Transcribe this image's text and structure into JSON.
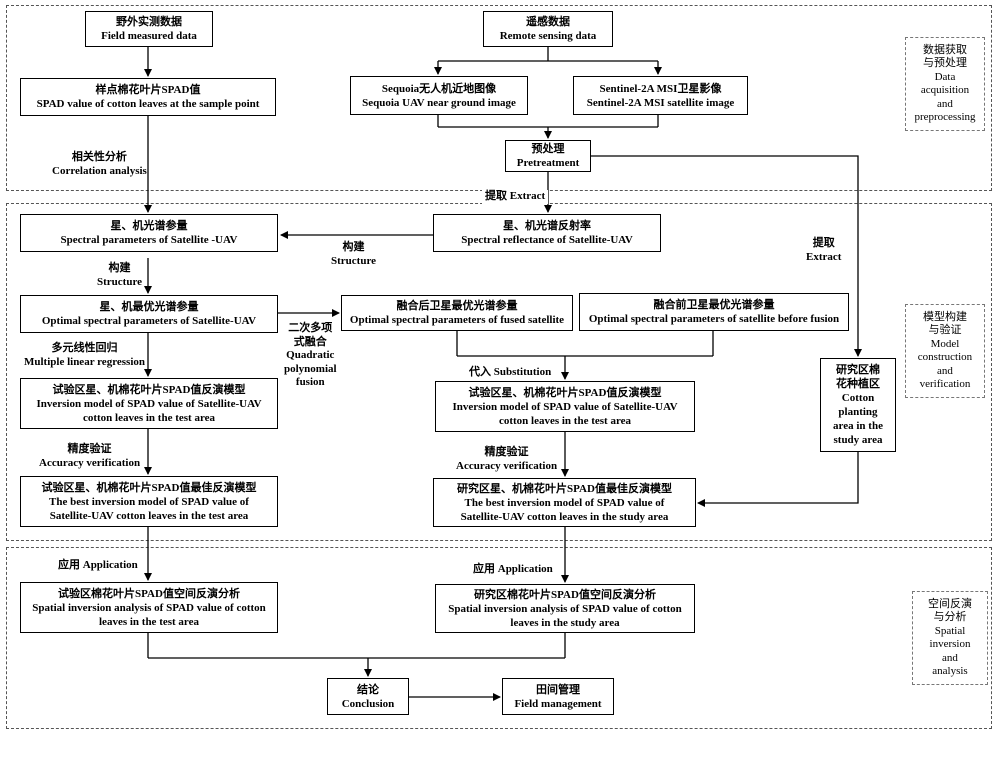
{
  "sections": {
    "acquisition": [
      "数据获取",
      "与预处理",
      "Data",
      "acquisition",
      "and",
      "preprocessing"
    ],
    "model": [
      "模型构建",
      "与验证",
      "Model",
      "construction",
      "and",
      "verification"
    ],
    "spatial": [
      "空间反演",
      "与分析",
      "Spatial",
      "inversion",
      "and",
      "analysis"
    ]
  },
  "boxes": {
    "field_data": [
      "野外实测数据",
      "Field measured data"
    ],
    "remote_sensing": [
      "遥感数据",
      "Remote sensing data"
    ],
    "spad_sample": [
      "样点棉花叶片SPAD值",
      "SPAD value of cotton leaves at the sample point"
    ],
    "uav_image": [
      "Sequoia无人机近地图像",
      "Sequoia UAV near ground image"
    ],
    "sentinel_image": [
      "Sentinel-2A MSI卫星影像",
      "Sentinel-2A MSI satellite image"
    ],
    "pretreatment": [
      "预处理",
      "Pretreatment"
    ],
    "spectral_params": [
      "星、机光谱参量",
      "Spectral parameters of Satellite -UAV"
    ],
    "spectral_reflectance": [
      "星、机光谱反射率",
      "Spectral reflectance of Satellite-UAV"
    ],
    "optimal_params": [
      "星、机最优光谱参量",
      "Optimal spectral parameters of Satellite-UAV"
    ],
    "fused_params": [
      "融合后卫星最优光谱参量",
      "Optimal spectral parameters of fused satellite"
    ],
    "before_fusion_params": [
      "融合前卫星最优光谱参量",
      "Optimal spectral parameters of satellite before fusion"
    ],
    "inversion_test": [
      "试验区星、机棉花叶片SPAD值反演模型",
      "Inversion model of SPAD value of Satellite-UAV",
      "cotton leaves in the test area"
    ],
    "inversion_test_2": [
      "试验区星、机棉花叶片SPAD值反演模型",
      "Inversion model of SPAD value of Satellite-UAV",
      "cotton leaves in the test area"
    ],
    "study_area": [
      "研究区棉",
      "花种植区",
      "Cotton",
      "planting",
      "area in the",
      "study area"
    ],
    "best_test": [
      "试验区星、机棉花叶片SPAD值最佳反演模型",
      "The best inversion model of SPAD value of",
      "Satellite-UAV cotton leaves in the test area"
    ],
    "best_study": [
      "研究区星、机棉花叶片SPAD值最佳反演模型",
      "The best inversion model of SPAD value of",
      "Satellite-UAV cotton leaves in the study area"
    ],
    "spatial_test": [
      "试验区棉花叶片SPAD值空间反演分析",
      "Spatial inversion analysis of SPAD value of cotton",
      "leaves in the test area"
    ],
    "spatial_study": [
      "研究区棉花叶片SPAD值空间反演分析",
      "Spatial inversion analysis of SPAD value of cotton",
      "leaves in the study area"
    ],
    "conclusion": [
      "结论",
      "Conclusion"
    ],
    "field_management": [
      "田间管理",
      "Field management"
    ]
  },
  "labels": {
    "correlation": [
      "相关性分析",
      "Correlation analysis"
    ],
    "extract_top": [
      "提取 Extract"
    ],
    "structure_mid": [
      "构建",
      "Structure"
    ],
    "structure_left": [
      "构建",
      "Structure"
    ],
    "extract_right": [
      "提取",
      "Extract"
    ],
    "quadratic": [
      "二次多项",
      "式融合",
      "Quadratic",
      "polynomial",
      "fusion"
    ],
    "multiple_regression": [
      "多元线性回归",
      "Multiple linear regression"
    ],
    "substitution": [
      "代入 Substitution"
    ],
    "accuracy_left": [
      "精度验证",
      "Accuracy verification"
    ],
    "accuracy_right": [
      "精度验证",
      "Accuracy verification"
    ],
    "application_left": [
      "应用 Application"
    ],
    "application_right": [
      "应用 Application"
    ]
  }
}
